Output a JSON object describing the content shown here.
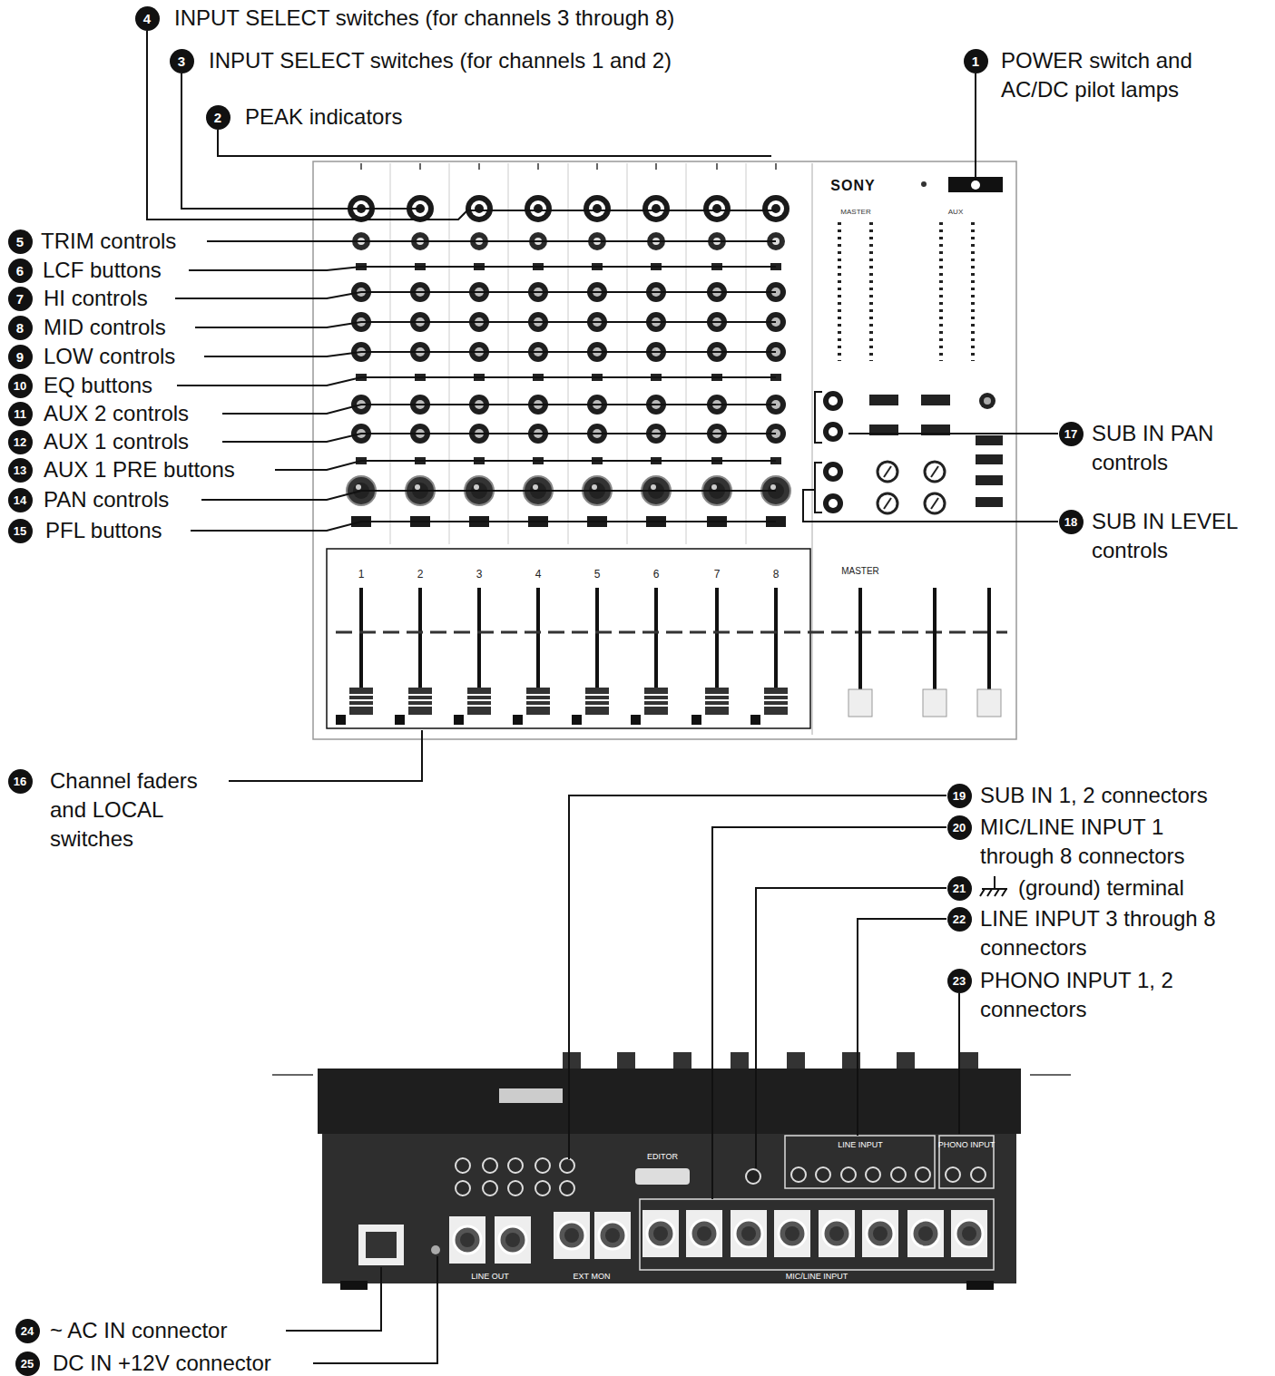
{
  "diagram": {
    "labels": [
      "4",
      "INPUT SELECT switches (for channels 3 through 8)",
      "3",
      "INPUT SELECT switches (for channels 1 and 2)",
      "2",
      "PEAK indicators",
      "1",
      "POWER switch and AC/DC pilot lamps",
      "5",
      "TRIM controls",
      "6",
      "LCF buttons",
      "7",
      "HI controls",
      "8",
      "MID controls",
      "9",
      "LOW controls",
      "10",
      "EQ buttons",
      "11",
      "AUX 2 controls",
      "12",
      "AUX 1 controls",
      "13",
      "AUX 1 PRE buttons",
      "14",
      "PAN controls",
      "15",
      "PFL buttons",
      "17",
      "SUB IN PAN controls",
      "18",
      "SUB IN LEVEL controls",
      "16",
      "Channel faders and LOCAL switches",
      "19",
      "SUB IN 1, 2 connectors",
      "20",
      "MIC/LINE INPUT 1 through 8 connectors",
      "21",
      "(ground) terminal",
      "22",
      "LINE INPUT 3 through 8 connectors",
      "23",
      "PHONO INPUT 1, 2 connectors",
      "24",
      "~ AC IN connector",
      "25",
      "DC IN +12V connector",
      "SONY",
      "MASTER",
      "AUX",
      "1",
      "2",
      "3",
      "4",
      "5",
      "6",
      "7",
      "8",
      "MASTER",
      "EDITOR",
      "LINE INPUT",
      "PHONO INPUT",
      "LINE OUT",
      "EXT MON",
      "MIC/LINE INPUT"
    ]
  }
}
